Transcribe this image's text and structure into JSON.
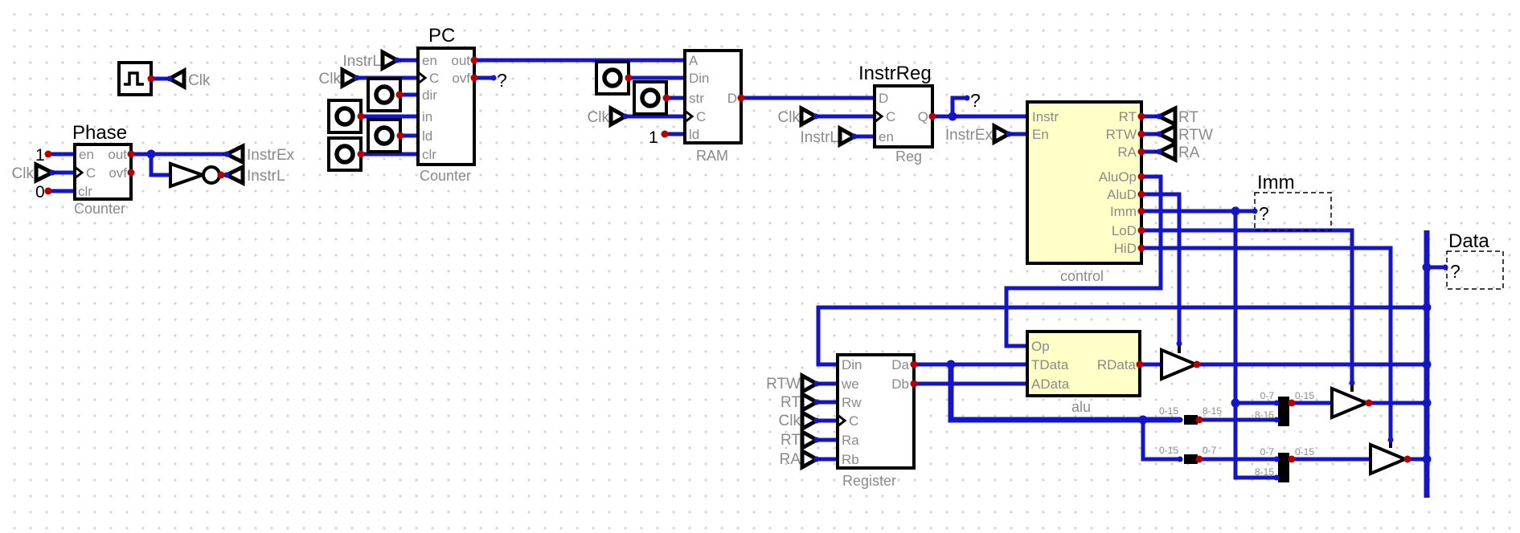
{
  "clock": {
    "label": "Clk"
  },
  "phase": {
    "title": "Phase",
    "type": "Counter",
    "pins": {
      "en": "en",
      "c": "C",
      "clr": "clr",
      "out": "out",
      "ovf": "ovf"
    },
    "const_en": "1",
    "const_clr": "0",
    "clk": "Clk",
    "out_tunnel": "InstrEx",
    "not_tunnel": "InstrL"
  },
  "pc": {
    "title": "PC",
    "type": "Counter",
    "pins": {
      "en": "en",
      "c": "C",
      "dir": "dir",
      "in": "in",
      "ld": "ld",
      "clr": "clr",
      "out": "out",
      "ovf": "ovf"
    },
    "en_tunnel": "InstrL",
    "clk": "Clk",
    "probe": "?"
  },
  "ram": {
    "type": "RAM",
    "pins": {
      "a": "A",
      "din": "Din",
      "str": "str",
      "c": "C",
      "ld": "ld",
      "d": "D"
    },
    "const_ld": "1",
    "clk": "Clk"
  },
  "instrreg": {
    "title": "InstrReg",
    "type": "Reg",
    "pins": {
      "d": "D",
      "c": "C",
      "en": "en",
      "q": "Q"
    },
    "clk": "Clk",
    "en_tunnel": "InstrL",
    "probe": "?"
  },
  "control": {
    "type": "control",
    "pins": {
      "instr": "Instr",
      "en": "En"
    },
    "out": [
      "RT",
      "RTW",
      "RA",
      "AluOp",
      "AluD",
      "Imm",
      "LoD",
      "HiD"
    ],
    "out_tunnels": [
      "RT",
      "RTW",
      "RA"
    ],
    "en_tunnel": "InstrEx"
  },
  "register": {
    "type": "Register",
    "pins": {
      "din": "Din",
      "we": "we",
      "rw": "Rw",
      "c": "C",
      "ra": "Ra",
      "rb": "Rb",
      "da": "Da",
      "db": "Db"
    },
    "t_we": "RTW",
    "t_rw": "RT",
    "t_c": "Clk",
    "t_ra": "RT",
    "t_rb": "RA"
  },
  "alu": {
    "type": "alu",
    "pins": {
      "op": "Op",
      "tdata": "TData",
      "adata": "AData",
      "rdata": "RData"
    }
  },
  "imm_probe": {
    "title": "Imm",
    "value": "?"
  },
  "data_probe": {
    "title": "Data",
    "value": "?"
  },
  "split": {
    "a_in": "0-15",
    "a_out": "8-15",
    "b_in": "0-15",
    "b_out": "0-7",
    "m1_t": "0-7",
    "m1_b": "8-15",
    "m1_o": "0-15",
    "m2_t": "0-7",
    "m2_b": "8-15",
    "m2_o": "0-15"
  },
  "colors": {
    "wire": "#1414c8",
    "component_fill": "#ffffc8",
    "pin_text": "#8a8a8a",
    "dot_out": "#b40000"
  }
}
